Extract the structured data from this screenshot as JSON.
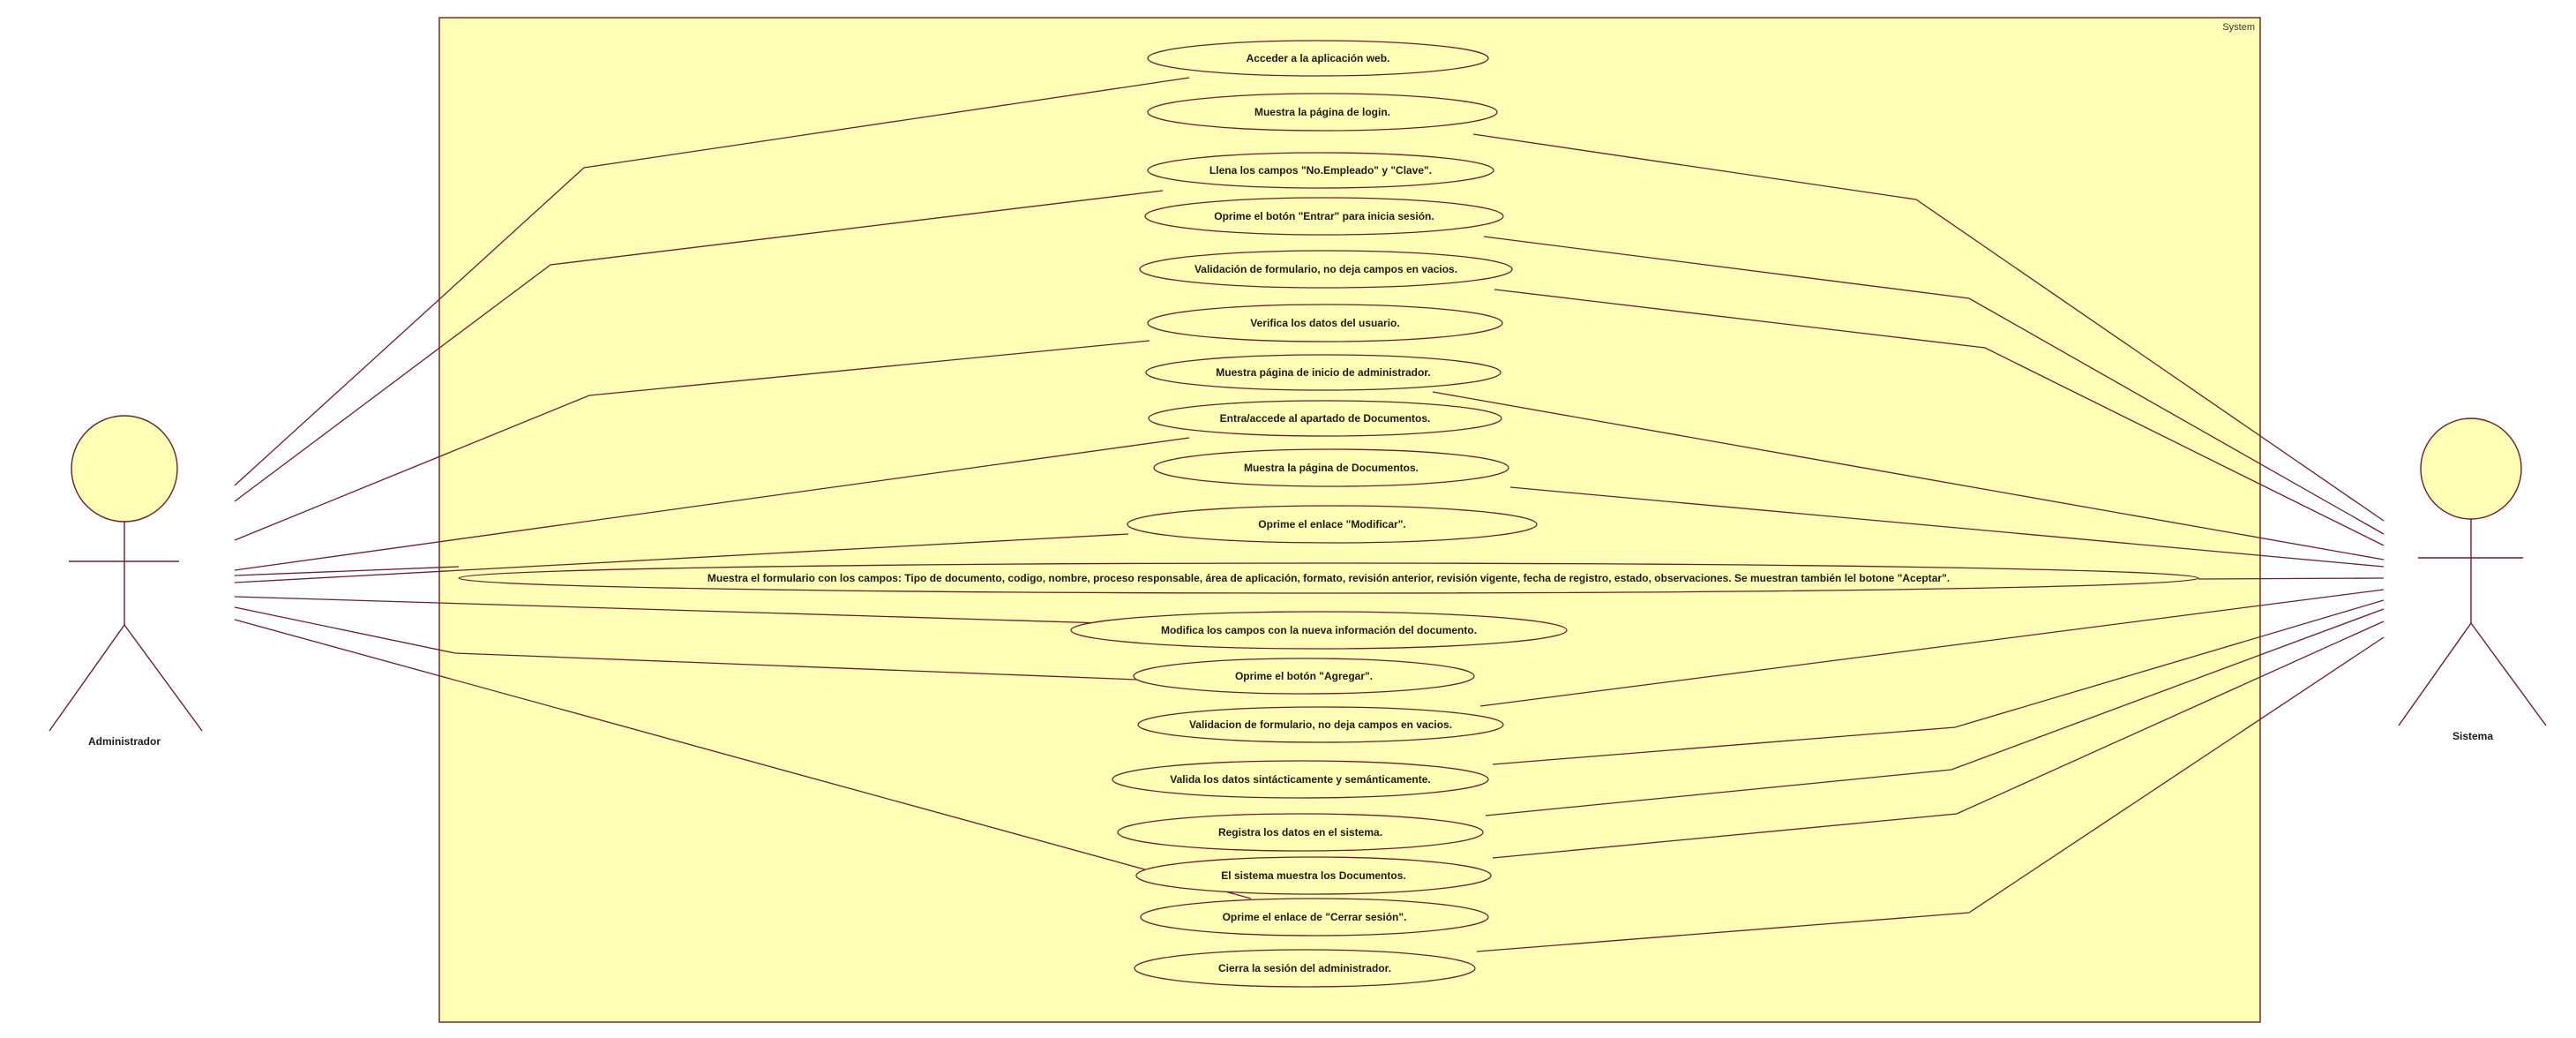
{
  "system": {
    "label": "System",
    "fill_color": "#ffffb5",
    "stroke_color": "#7a2a2a"
  },
  "colors": {
    "line": "#6b1e2e",
    "actor_fill": "#ffffb5",
    "usecase_fill": "#ffffb5"
  },
  "actors": [
    {
      "id": "admin",
      "label": "Administrador",
      "icon": "stick-figure-icon"
    },
    {
      "id": "sistema",
      "label": "Sistema",
      "icon": "stick-figure-icon"
    }
  ],
  "use_cases": [
    {
      "id": "uc1",
      "label": "Acceder a la aplicación web.",
      "actor": "admin"
    },
    {
      "id": "uc2",
      "label": "Muestra la página de login.",
      "actor": "sistema"
    },
    {
      "id": "uc3",
      "label": "Llena los campos \"No.Empleado\" y \"Clave\".",
      "actor": "admin"
    },
    {
      "id": "uc4",
      "label": "Oprime el botón \"Entrar\" para inicia sesión.",
      "actor": "sistema"
    },
    {
      "id": "uc5",
      "label": "Validación de formulario, no deja campos en vacios.",
      "actor": "sistema"
    },
    {
      "id": "uc6",
      "label": "Verifica los datos del usuario.",
      "actor": "admin"
    },
    {
      "id": "uc7",
      "label": "Muestra página de inicio de administrador.",
      "actor": "sistema"
    },
    {
      "id": "uc8",
      "label": "Entra/accede al apartado de Documentos.",
      "actor": "admin"
    },
    {
      "id": "uc9",
      "label": "Muestra la página de Documentos.",
      "actor": "sistema"
    },
    {
      "id": "uc10",
      "label": "Oprime el enlace \"Modificar\".",
      "actor": "admin"
    },
    {
      "id": "uc11",
      "label": "Muestra el formulario con los campos: Tipo de documento, codigo, nombre, proceso responsable, área de aplicación, formato, revisión anterior, revisión vigente, fecha de registro, estado, observaciones. Se muestran también lel botone \"Aceptar\".",
      "actor": "both"
    },
    {
      "id": "uc12",
      "label": "Modifica los campos con la nueva información del documento.",
      "actor": "admin"
    },
    {
      "id": "uc13",
      "label": "Oprime el botón \"Agregar\".",
      "actor": "admin"
    },
    {
      "id": "uc14",
      "label": "Validacion de formulario, no deja campos en vacios.",
      "actor": "sistema"
    },
    {
      "id": "uc15",
      "label": "Valida los datos sintácticamente y semánticamente.",
      "actor": "sistema"
    },
    {
      "id": "uc16",
      "label": "Registra los datos en el sistema.",
      "actor": "sistema"
    },
    {
      "id": "uc17",
      "label": "El sistema muestra los Documentos.",
      "actor": "sistema"
    },
    {
      "id": "uc18",
      "label": "Oprime el enlace de \"Cerrar sesión\".",
      "actor": "admin"
    },
    {
      "id": "uc19",
      "label": "Cierra la sesión del administrador.",
      "actor": "sistema"
    }
  ]
}
